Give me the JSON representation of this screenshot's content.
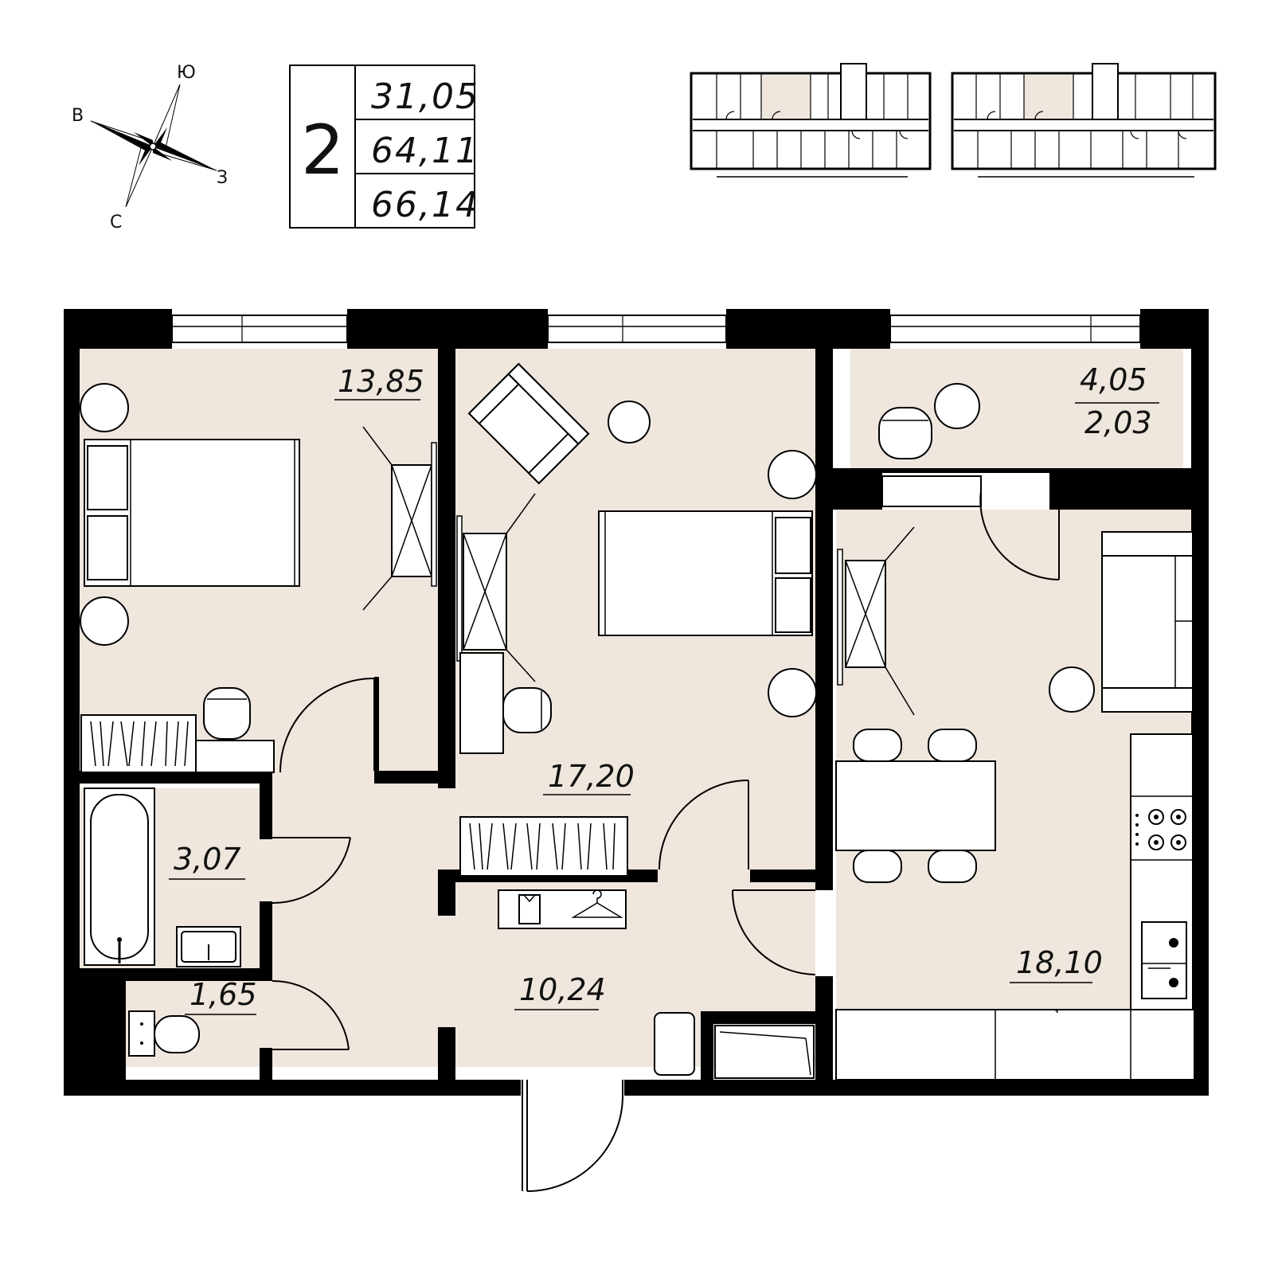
{
  "compass": {
    "north": "С",
    "south": "Ю",
    "east": "В",
    "west": "З"
  },
  "info_box": {
    "rooms": "2",
    "living_area": "31,05",
    "total_area": "64,11",
    "total_with_balcony": "66,14"
  },
  "rooms": {
    "bedroom_left": "13,85",
    "bedroom_center": "17,20",
    "balcony_area": "4,05",
    "balcony_area_reduced": "2,03",
    "bathroom": "3,07",
    "toilet": "1,65",
    "hallway": "10,24",
    "kitchen_living": "18,10"
  }
}
